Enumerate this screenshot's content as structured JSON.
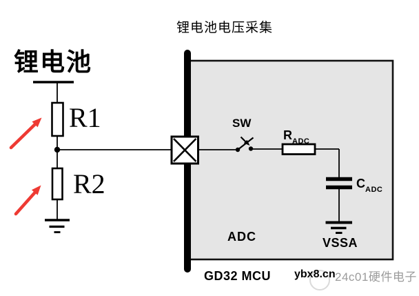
{
  "title": "锂电池电压采集",
  "battery": {
    "label": "锂电池"
  },
  "divider": {
    "r1_label": "R1",
    "r2_label": "R2"
  },
  "mcu": {
    "chip_label": "GD32 MCU",
    "block_label": "ADC",
    "switch_label": "SW",
    "r_adc": {
      "main": "R",
      "sub": "ADC"
    },
    "c_adc": {
      "main": "C",
      "sub": "ADC"
    },
    "ground_label": "VSSA"
  },
  "watermark": {
    "site": "ybx8.cn",
    "brand": "24c01硬件电子"
  },
  "colors": {
    "arrow_red": "#ee3a33",
    "mcu_fill": "#e5e5e5",
    "wire_black": "#000000",
    "watermark_gray": "#9b9b9b"
  }
}
